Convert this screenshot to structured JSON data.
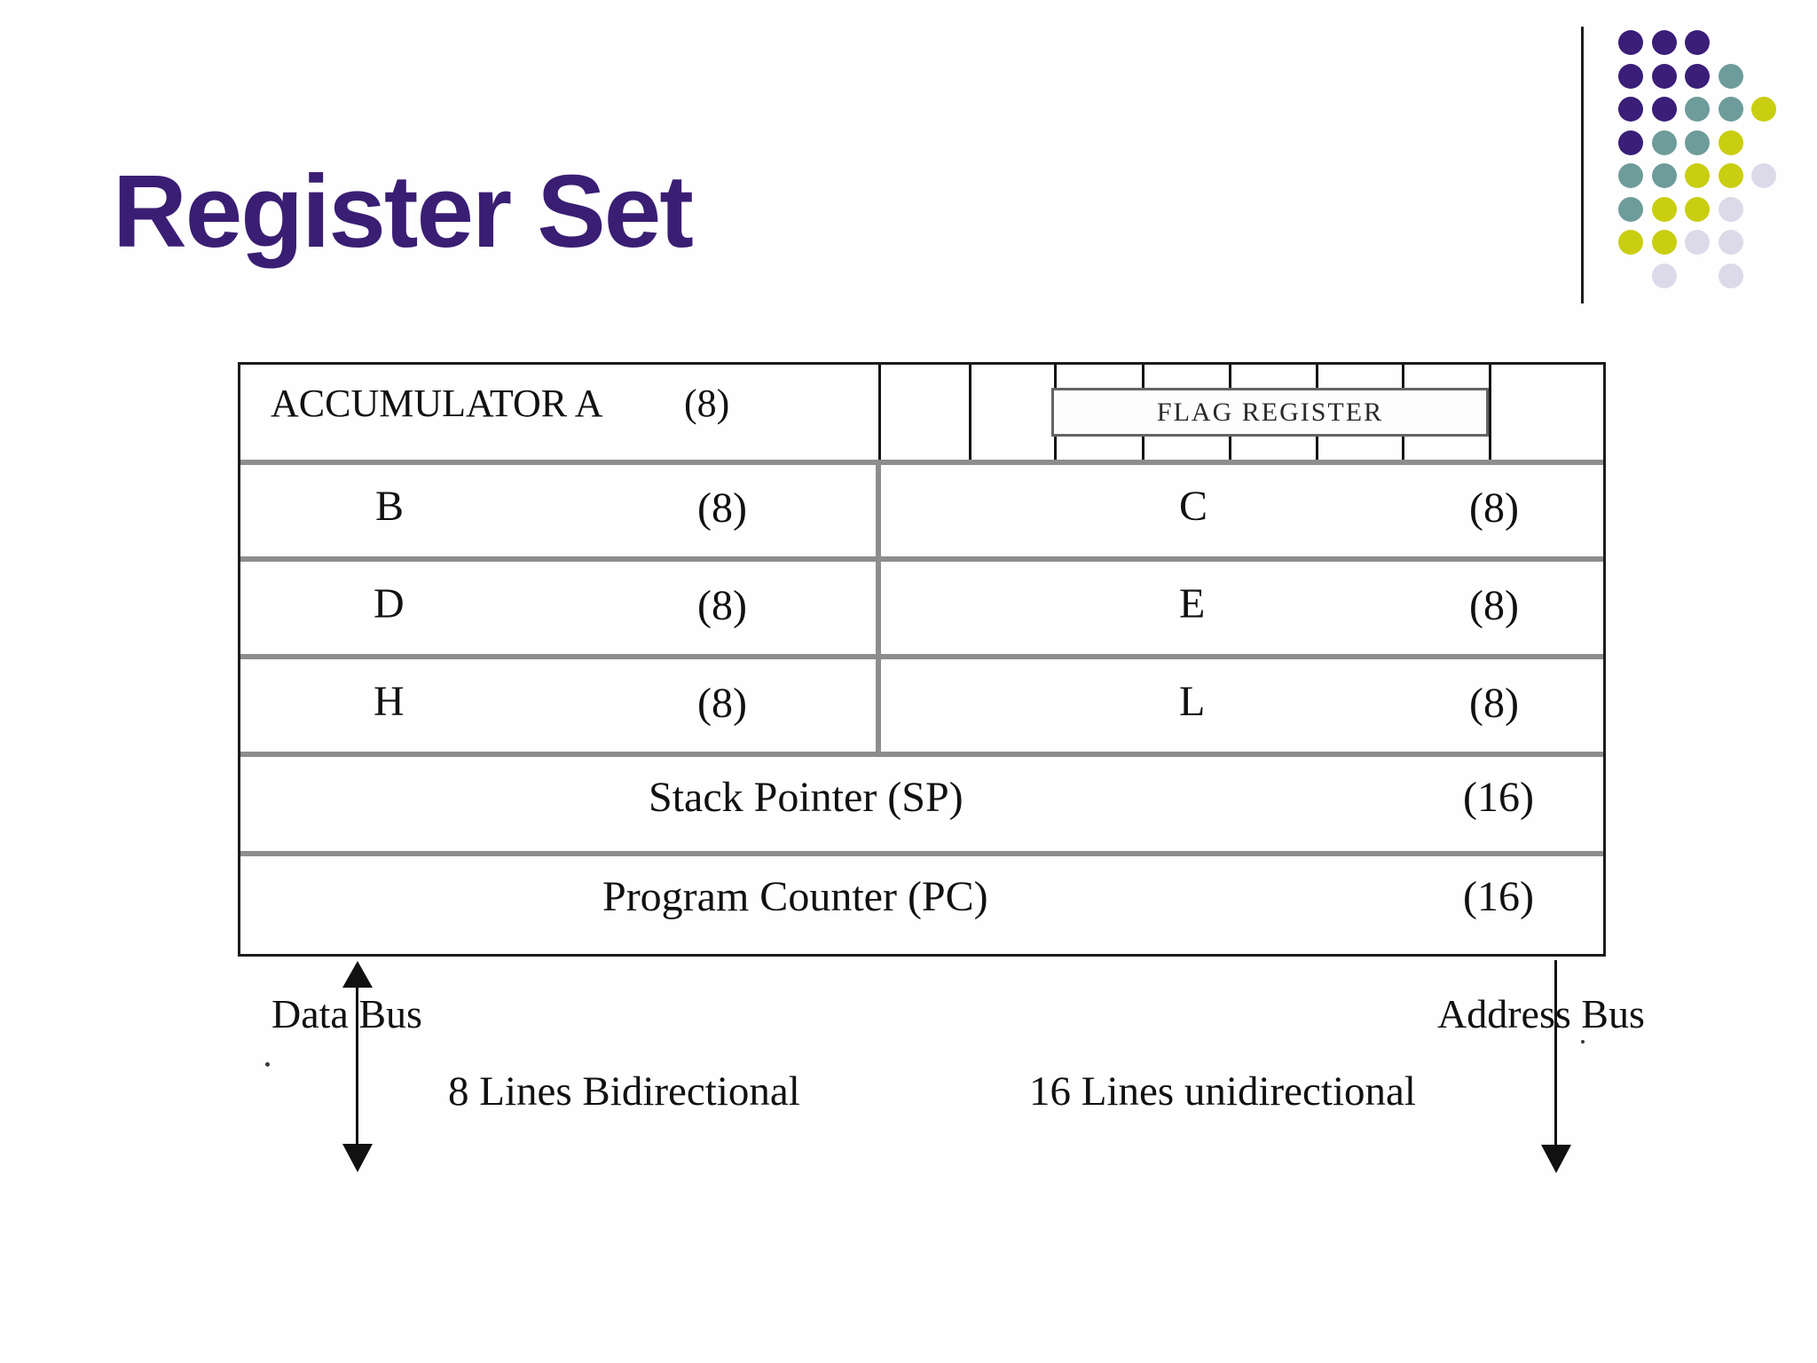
{
  "slide": {
    "title": "Register Set",
    "title_color": "#3A1E73"
  },
  "decoration": {
    "colors": {
      "purple": "#3A1E78",
      "teal": "#6E9C9B",
      "yellow": "#C9CE10",
      "lavender": "#DCDAE8"
    },
    "grid": [
      [
        "purple",
        "purple",
        "purple",
        null,
        null
      ],
      [
        "purple",
        "purple",
        "purple",
        "teal",
        null
      ],
      [
        "purple",
        "purple",
        "teal",
        "teal",
        "yellow"
      ],
      [
        "purple",
        "teal",
        "teal",
        "yellow",
        null
      ],
      [
        "teal",
        "teal",
        "yellow",
        "yellow",
        "lavender"
      ],
      [
        "teal",
        "yellow",
        "yellow",
        "lavender",
        null
      ],
      [
        "yellow",
        "yellow",
        "lavender",
        "lavender",
        null
      ],
      [
        null,
        "lavender",
        null,
        "lavender",
        null
      ]
    ]
  },
  "register_table": {
    "accumulator": {
      "label": "ACCUMULATOR  A",
      "size": "(8)"
    },
    "flag_register": {
      "label": "FLAG REGISTER"
    },
    "pairs": [
      {
        "left": {
          "label": "B",
          "size": "(8)"
        },
        "right": {
          "label": "C",
          "size": "(8)"
        }
      },
      {
        "left": {
          "label": "D",
          "size": "(8)"
        },
        "right": {
          "label": "E",
          "size": "(8)"
        }
      },
      {
        "left": {
          "label": "H",
          "size": "(8)"
        },
        "right": {
          "label": "L",
          "size": "(8)"
        }
      }
    ],
    "wide_rows": [
      {
        "label": "Stack Pointer (SP)",
        "size": "(16)"
      },
      {
        "label": "Program Counter (PC)",
        "size": "(16)"
      }
    ]
  },
  "buses": {
    "data_bus": {
      "label": "Data Bus",
      "description": "8 Lines Bidirectional"
    },
    "address_bus": {
      "label": "Address Bus",
      "description": "16 Lines unidirectional"
    }
  }
}
